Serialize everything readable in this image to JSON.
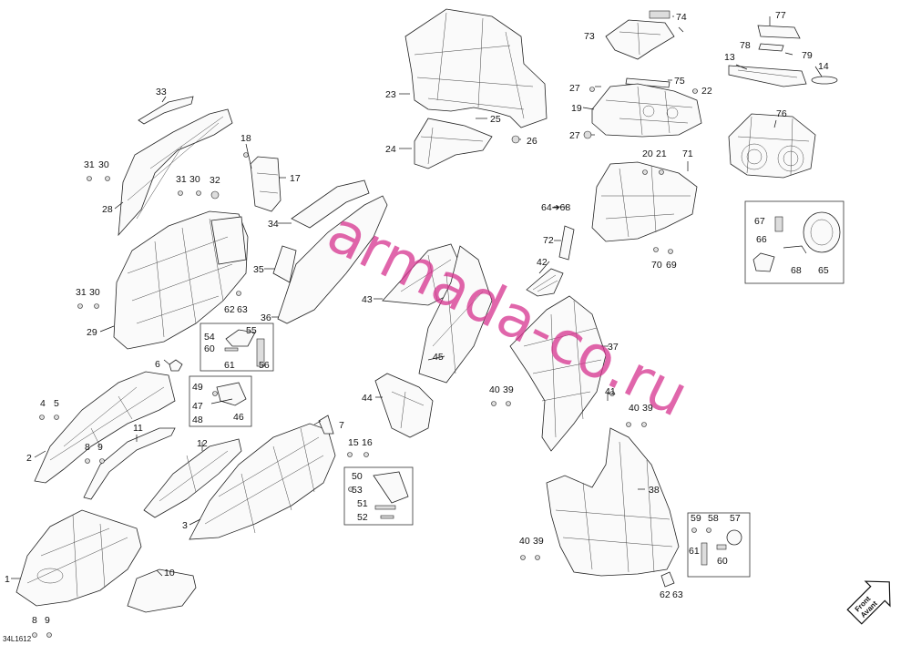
{
  "callouts": {
    "c1": "1",
    "c2": "2",
    "c3": "3",
    "c4": "4",
    "c5": "5",
    "c6": "6",
    "c7": "7",
    "c8": "8",
    "c9": "9",
    "c10": "10",
    "c11": "11",
    "c12": "12",
    "c13": "13",
    "c14": "14",
    "c15": "15",
    "c16": "16",
    "c17": "17",
    "c18": "18",
    "c19": "19",
    "c20": "20",
    "c21": "21",
    "c22": "22",
    "c23": "23",
    "c24": "24",
    "c25": "25",
    "c26": "26",
    "c27": "27",
    "c28": "28",
    "c29": "29",
    "c30": "30",
    "c31": "31",
    "c32": "32",
    "c33": "33",
    "c34": "34",
    "c35": "35",
    "c36": "36",
    "c37": "37",
    "c38": "38",
    "c39": "39",
    "c40": "40",
    "c41": "41",
    "c42": "42",
    "c43": "43",
    "c44": "44",
    "c45": "45",
    "c46": "46",
    "c47": "47",
    "c48": "48",
    "c49": "49",
    "c50": "50",
    "c51": "51",
    "c52": "52",
    "c53": "53",
    "c54": "54",
    "c55": "55",
    "c56": "56",
    "c57": "57",
    "c58": "58",
    "c59": "59",
    "c60": "60",
    "c61": "61",
    "c62": "62",
    "c63": "63",
    "c64": "64",
    "c65": "65",
    "c66": "66",
    "c67": "67",
    "c68": "68",
    "c69": "69",
    "c70": "70",
    "c71": "71",
    "c72": "72",
    "c73": "73",
    "c74": "74",
    "c75": "75",
    "c76": "76",
    "c77": "77",
    "c78": "78",
    "c79": "79"
  },
  "drawing_code": "34L1612",
  "watermark": "armada-co.ru",
  "orientation_badge": {
    "line1": "Front",
    "line2": "Avant"
  }
}
